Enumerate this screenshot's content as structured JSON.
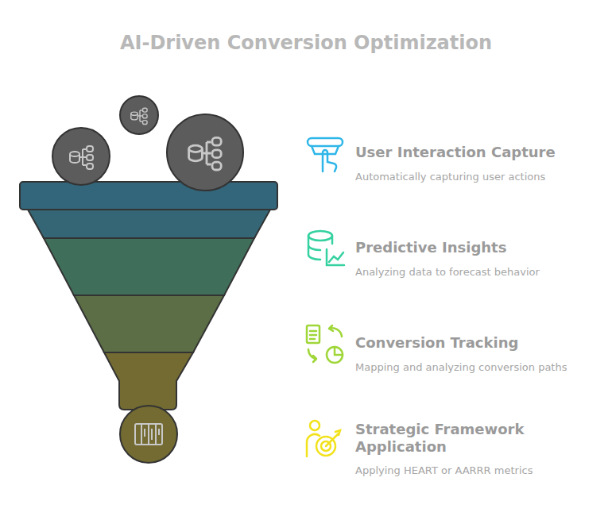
{
  "diagram": {
    "title": "AI-Driven Conversion Optimization",
    "labels": [
      "User Interaction Capture",
      "Automatically capturing user actions",
      "Predictive Insights",
      "Analyzing data to forecast behavior",
      "Conversion Tracking",
      "Mapping and analyzing conversion paths",
      "Strategic Framework Application",
      "Applying HEART or AARRR metrics"
    ]
  }
}
